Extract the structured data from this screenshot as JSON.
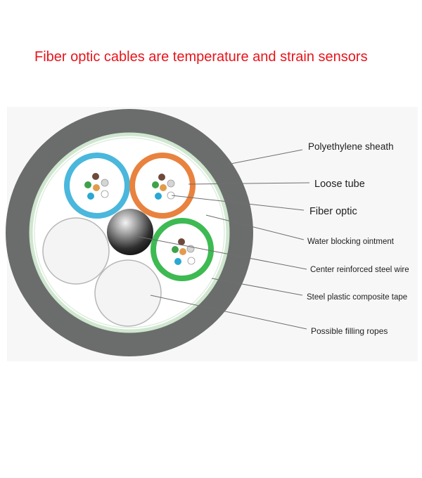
{
  "title": "Fiber optic cables are temperature and strain sensors",
  "labels": {
    "sheath": "Polyethylene sheath",
    "loose_tube": "Loose tube",
    "fiber": "Fiber optic",
    "ointment": "Water blocking ointment",
    "steel_wire": "Center reinforced steel wire",
    "tape": "Steel plastic composite tape",
    "ropes": "Possible filling ropes"
  },
  "colors": {
    "title": "#e8141b",
    "sheath": "#6b6d6d",
    "tape": "#cfe6cf",
    "tube_blue": "#4ab7dc",
    "tube_orange": "#e8823e",
    "tube_green": "#3dba52"
  }
}
